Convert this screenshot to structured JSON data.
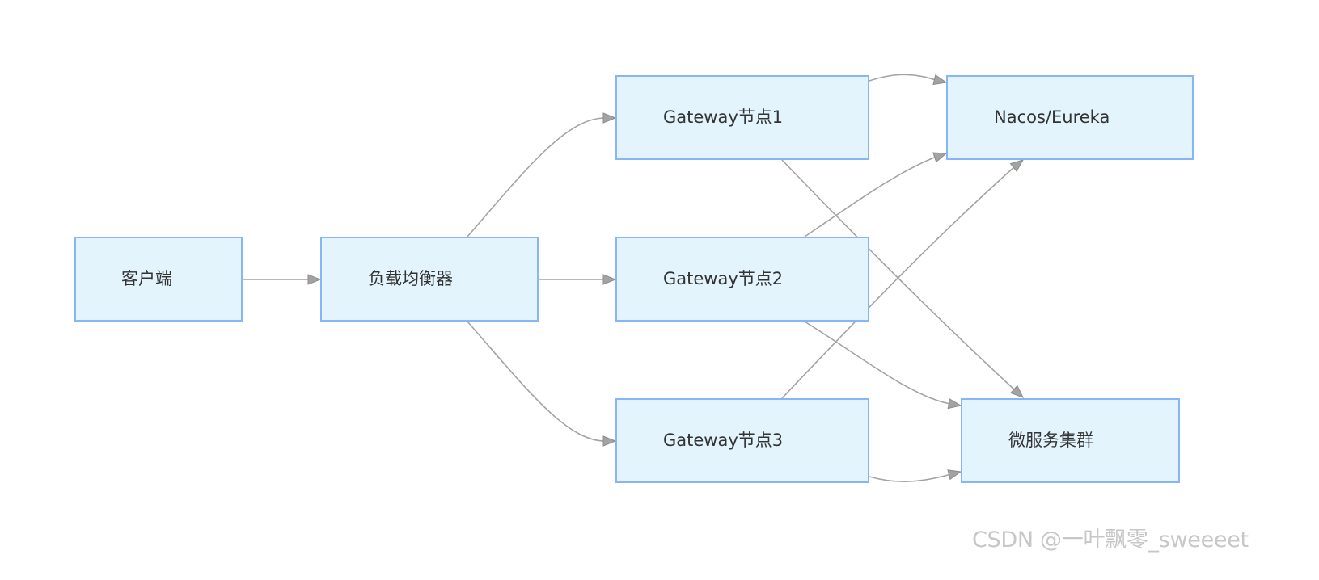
{
  "nodes": {
    "client": "客户端",
    "load_balancer": "负载均衡器",
    "gateway1": "Gateway节点1",
    "gateway2": "Gateway节点2",
    "gateway3": "Gateway节点3",
    "registry": "Nacos/Eureka",
    "microservices": "微服务集群"
  },
  "edges": [
    {
      "from": "client",
      "to": "load_balancer"
    },
    {
      "from": "load_balancer",
      "to": "gateway1"
    },
    {
      "from": "load_balancer",
      "to": "gateway2"
    },
    {
      "from": "load_balancer",
      "to": "gateway3"
    },
    {
      "from": "gateway1",
      "to": "registry"
    },
    {
      "from": "gateway1",
      "to": "microservices"
    },
    {
      "from": "gateway2",
      "to": "registry"
    },
    {
      "from": "gateway2",
      "to": "microservices"
    },
    {
      "from": "gateway3",
      "to": "registry"
    },
    {
      "from": "gateway3",
      "to": "microservices"
    }
  ],
  "colors": {
    "node_fill": "#e3f4fd",
    "node_border": "#86b6f6",
    "edge": "#a3a3a3",
    "text": "#333333",
    "watermark": "#c7c7c7"
  },
  "watermark": "CSDN @一叶飘零_sweeeet"
}
